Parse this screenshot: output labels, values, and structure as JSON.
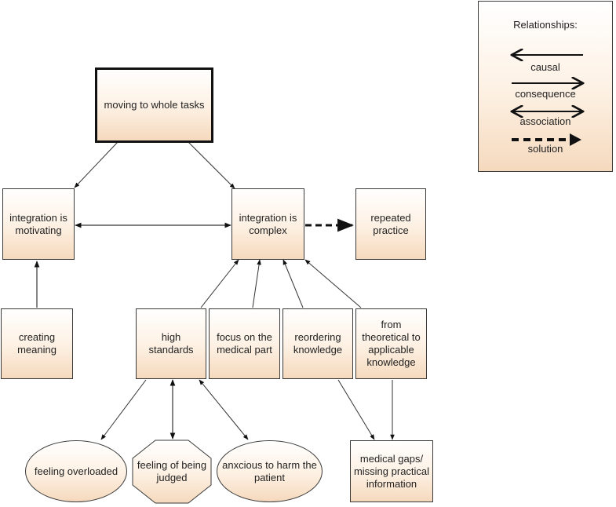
{
  "nodes": {
    "whole_tasks": "moving to whole tasks",
    "motivating": "integration is motivating",
    "complex": "integration is complex",
    "repeated": "repeated practice",
    "creating": "creating meaning",
    "standards": "high standards",
    "focus": "focus on the medical part",
    "reordering": "reordering knowledge",
    "theoretical": "from theoretical to applicable knowledge",
    "overloaded": "feeling overloaded",
    "judged": "feeling of being judged",
    "anxcious": "anxcious to harm the patient",
    "gaps": "medical gaps/ missing practical information"
  },
  "legend": {
    "title": "Relationships:",
    "causal": "causal",
    "consequence": "consequence",
    "association": "association",
    "solution": "solution"
  }
}
